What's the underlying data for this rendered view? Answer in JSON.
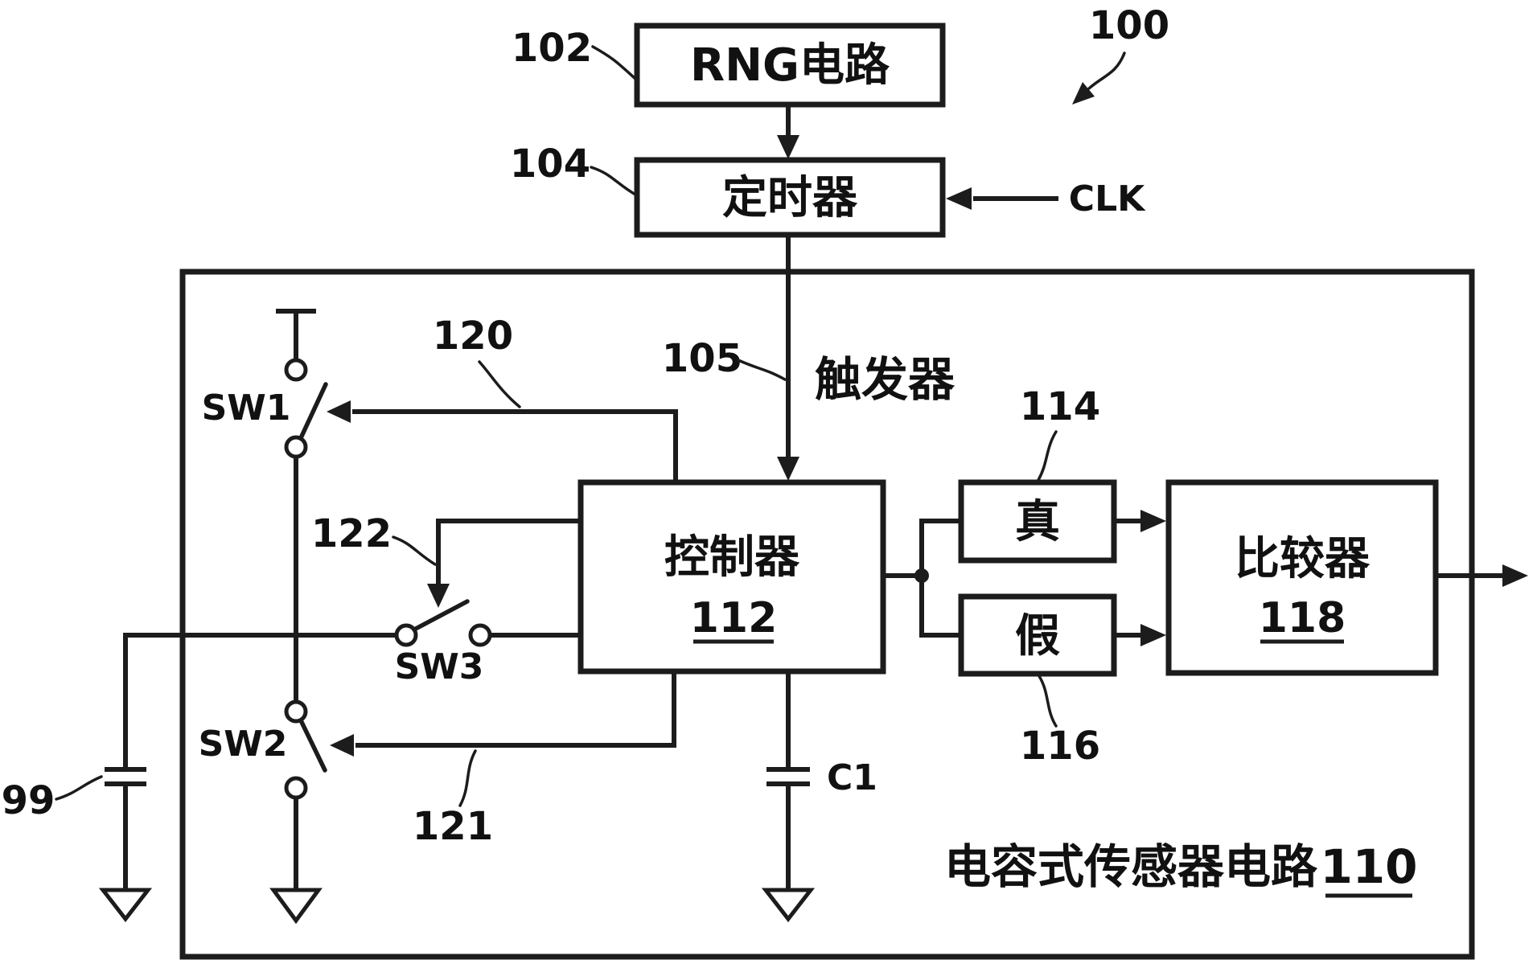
{
  "figure": {
    "ref": "100"
  },
  "colors": {
    "ink": "#1c1c1c",
    "background": "#ffffff"
  },
  "blocks": {
    "rng": {
      "label": "RNG电路",
      "ref": "102"
    },
    "timer": {
      "label": "定时器",
      "ref": "104"
    },
    "controller": {
      "label": "控制器",
      "ref": "112"
    },
    "true_branch": {
      "label": "真",
      "ref": "114"
    },
    "false_branch": {
      "label": "假",
      "ref": "116"
    },
    "comparator": {
      "label": "比较器",
      "ref": "118"
    },
    "sensor": {
      "label": "电容式传感器电路",
      "ref": "110"
    }
  },
  "signals": {
    "clk": "CLK",
    "trigger": {
      "label": "触发器",
      "ref": "105"
    }
  },
  "switches": {
    "sw1": "SW1",
    "sw2": "SW2",
    "sw3": "SW3"
  },
  "capacitors": {
    "internal": "C1",
    "external_ref": "99"
  },
  "lines": {
    "sw1_feedback_ref": "120",
    "sw2_feedback_ref": "121",
    "sw3_control_ref": "122"
  }
}
